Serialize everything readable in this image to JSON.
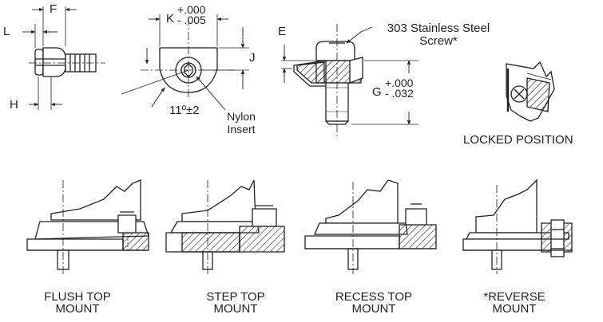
{
  "dimension_labels": {
    "F": "F",
    "L": "L",
    "H": "H",
    "K": "K",
    "J": "J",
    "E": "E",
    "G": "G"
  },
  "tolerances": {
    "K_upper": "+.000",
    "K_lower": "- .005",
    "G_upper": "+.000",
    "G_lower": "- .032"
  },
  "angle_label": "11º±2",
  "callouts": {
    "nylon_insert_line1": "Nylon",
    "nylon_insert_line2": "Insert",
    "screw_line1": "303 Stainless Steel",
    "screw_line2": "Screw*"
  },
  "locked_position": "LOCKED POSITION",
  "mounts": [
    {
      "line1": "FLUSH TOP",
      "line2": "MOUNT"
    },
    {
      "line1": "STEP TOP",
      "line2": "MOUNT"
    },
    {
      "line1": "RECESS TOP",
      "line2": "MOUNT"
    },
    {
      "line1": "*REVERSE",
      "line2": "MOUNT"
    }
  ]
}
